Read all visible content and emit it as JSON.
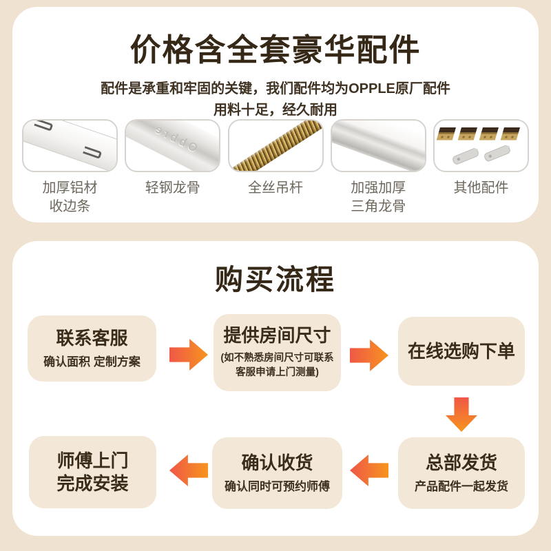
{
  "colors": {
    "page_background": "#efe2d0",
    "card_background": "#ffffff",
    "step_box_background": "#f3e8d7",
    "title_text": "#362817",
    "label_text": "#6d665c",
    "arrow_gradient_from": "#ef5747",
    "arrow_gradient_to": "#f7941e"
  },
  "accessories": {
    "title": "价格含全套豪华配件",
    "subtitle_line1": "配件是承重和牢固的关键，我们配件均为OPPLE原厂配件",
    "subtitle_line2": "用料十足，经久耐用",
    "items": [
      {
        "icon": "aluminum-edge-strip-image",
        "line1": "加厚铝材",
        "line2": "收边条"
      },
      {
        "icon": "steel-keel-image",
        "line1": "轻钢龙骨",
        "embossed_text": "Obbre"
      },
      {
        "icon": "threaded-rod-image",
        "line1": "全丝吊杆"
      },
      {
        "icon": "triangle-keel-image",
        "line1": "加强加厚",
        "line2": "三角龙骨"
      },
      {
        "icon": "misc-accessories-image",
        "line1": "其他配件"
      }
    ]
  },
  "flow": {
    "title": "购买流程",
    "steps": [
      {
        "title": "联系客服",
        "subtitle": "确认面积 定制方案"
      },
      {
        "title": "提供房间尺寸",
        "subtitle_line1": "(如不熟悉房间尺寸可联系",
        "subtitle_line2": "客服申请上门测量)"
      },
      {
        "title": "在线选购下单"
      },
      {
        "title": "总部发货",
        "subtitle": "产品配件一起发货"
      },
      {
        "title": "确认收货",
        "subtitle": "确认同时可预约师傅"
      },
      {
        "title_line1": "师傅上门",
        "title_line2": "完成安装"
      }
    ]
  }
}
